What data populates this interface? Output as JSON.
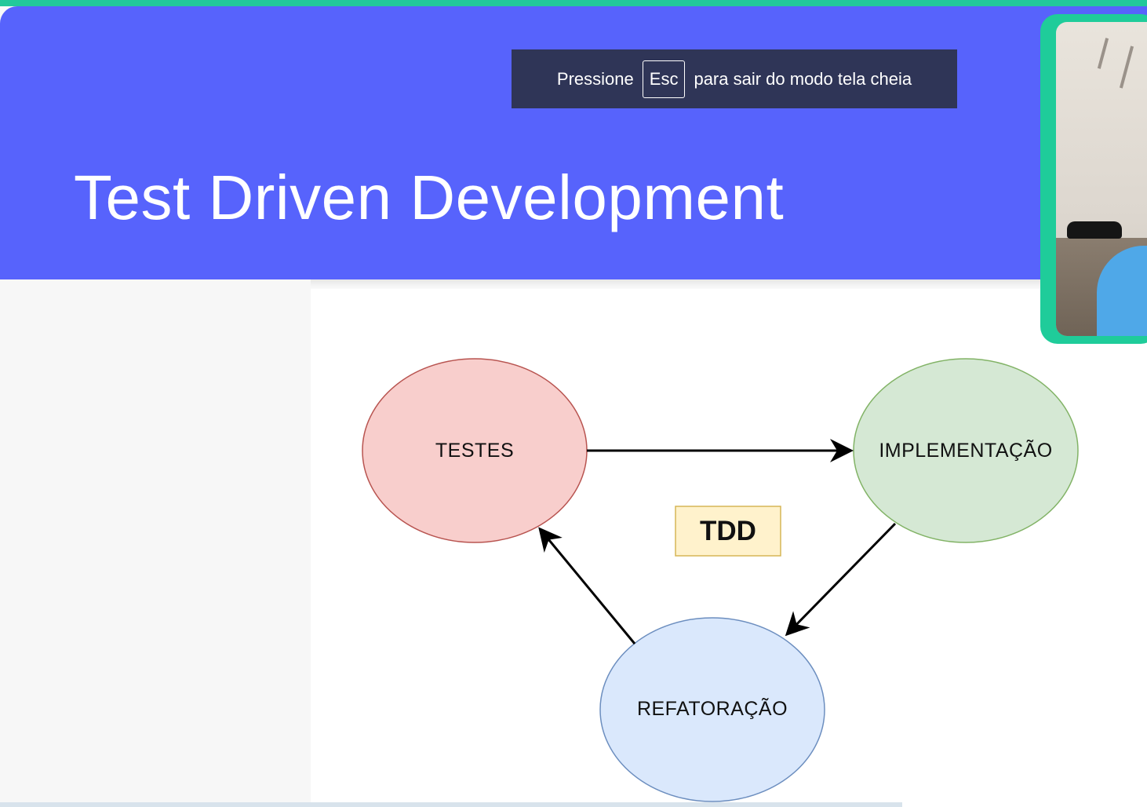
{
  "fullscreen_notice": {
    "before": "Pressione",
    "key": "Esc",
    "after": "para sair do modo tela cheia"
  },
  "slide": {
    "title": "Test Driven Development"
  },
  "diagram": {
    "nodes": {
      "tests": "TESTES",
      "implementation": "IMPLEMENTAÇÃO",
      "refactoring": "REFATORAÇÃO"
    },
    "center_label": "TDD"
  },
  "colors": {
    "header": "#5763fc",
    "accent": "#22c89a",
    "tests_fill": "#f8cecc",
    "tests_stroke": "#b85450",
    "implementation_fill": "#d5e8d4",
    "implementation_stroke": "#82b366",
    "refactoring_fill": "#dae8fc",
    "refactoring_stroke": "#6c8ebf",
    "tdd_fill": "#fff2cc",
    "tdd_stroke": "#d6b656"
  },
  "icons": {
    "camera": "presenter-video-feed"
  }
}
